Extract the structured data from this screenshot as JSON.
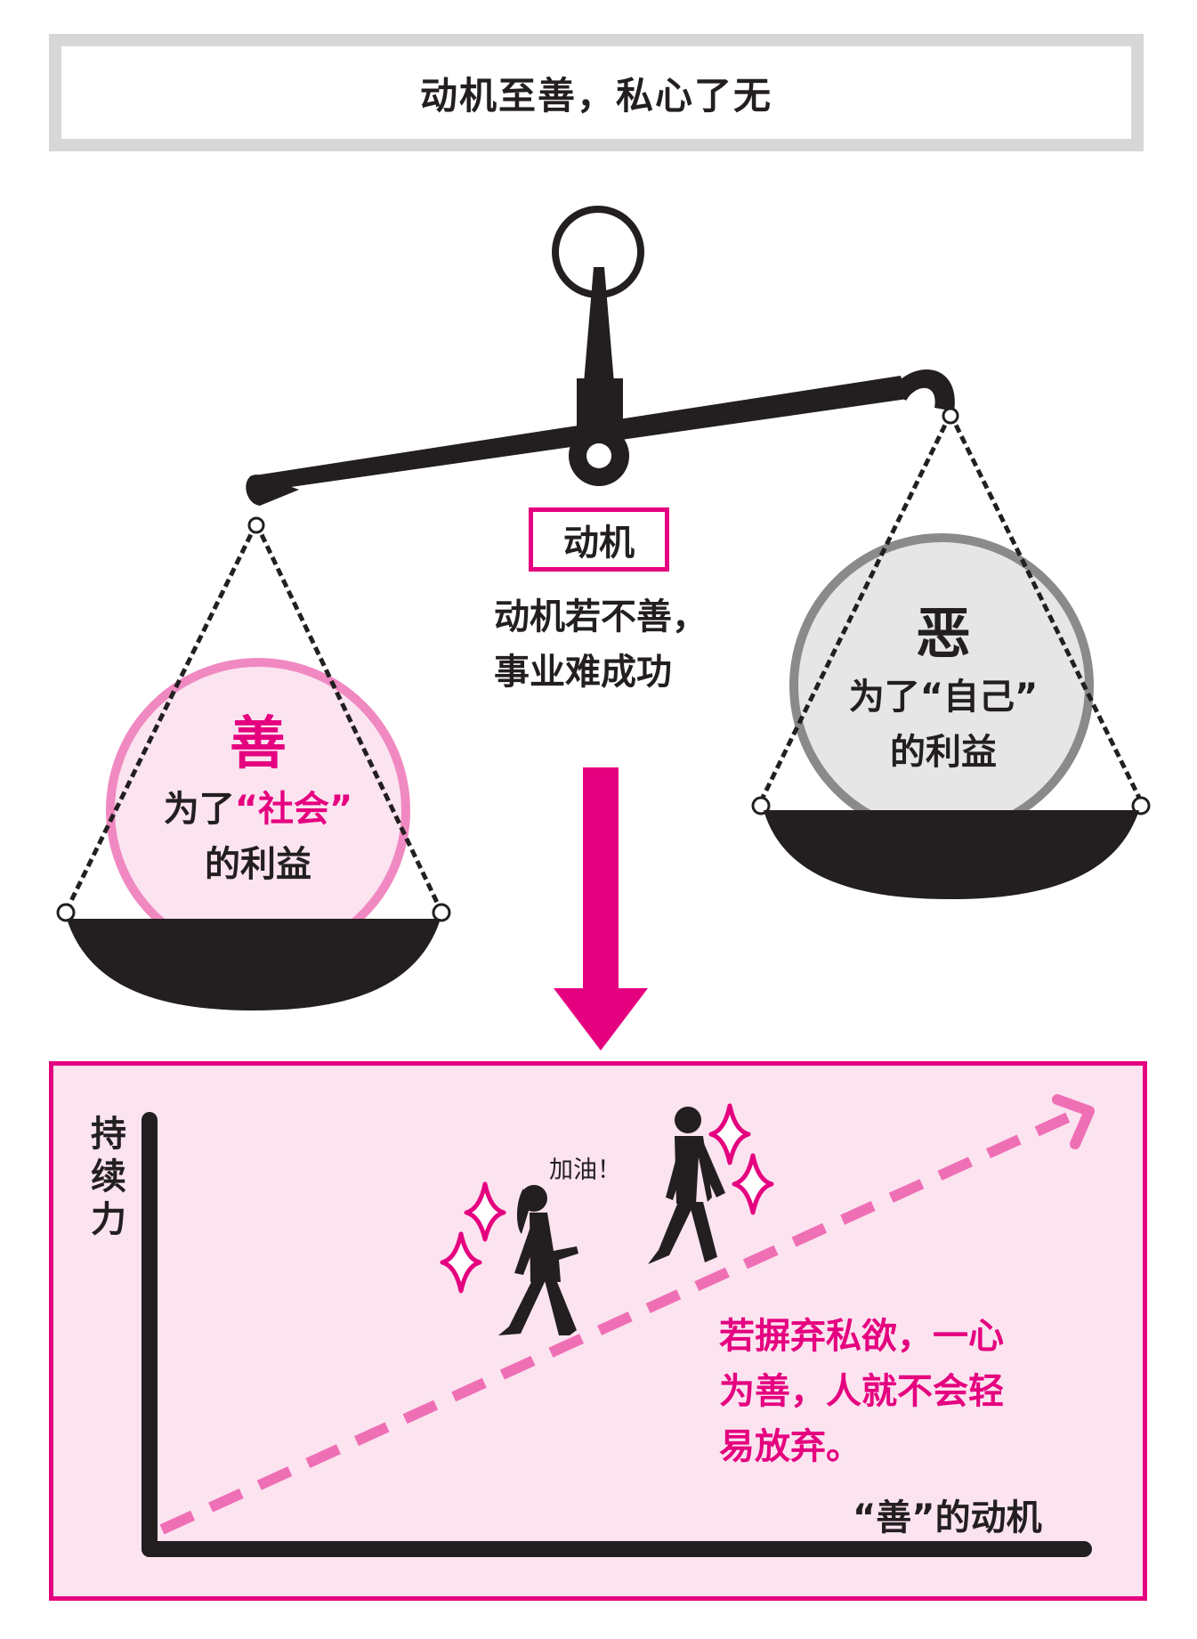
{
  "title": "动机至善，私心了无",
  "motive": {
    "label": "动机",
    "caption": [
      "动机若不善，",
      "事业难成功"
    ]
  },
  "left_pan": {
    "heading": "善",
    "line1_pre": "为了",
    "line1_quote": "“社会”",
    "line2": "的利益",
    "accent": "#e5007f",
    "ring": "#f089c1"
  },
  "right_pan": {
    "heading": "恶",
    "line1_pre": "为了",
    "line1_quote": "“自己”",
    "line2": "的利益",
    "ring": "#8a8a8a"
  },
  "graph": {
    "y_label": [
      "持",
      "续",
      "力"
    ],
    "x_label": "“善”的动机",
    "cheer": "加油！",
    "message": [
      "若摒弃私欲，一心",
      "为善，人就不会轻",
      "易放弃。"
    ],
    "background": "#fbe3f0",
    "dash_color": "#ef6fb5"
  }
}
